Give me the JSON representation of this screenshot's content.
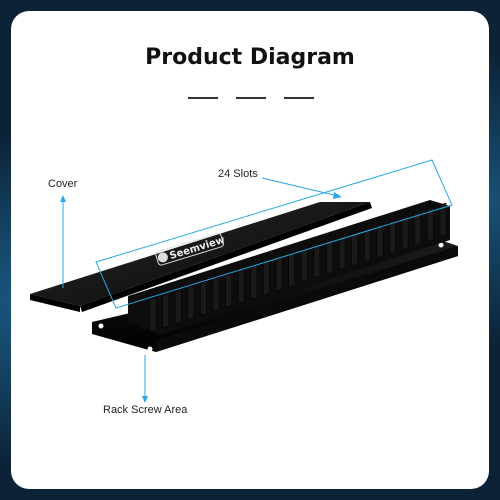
{
  "title": "Product Diagram",
  "labels": {
    "cover": "Cover",
    "slots": "24 Slots",
    "rack_screw": "Rack Screw Area"
  },
  "brand_logo": "Seemview",
  "colors": {
    "callout": "#2aa7e0",
    "product": "#111111",
    "background_glow": "#288cc8"
  },
  "icons": [
    "arrow-up-icon",
    "arrow-down-icon",
    "dimension-line-icon"
  ]
}
